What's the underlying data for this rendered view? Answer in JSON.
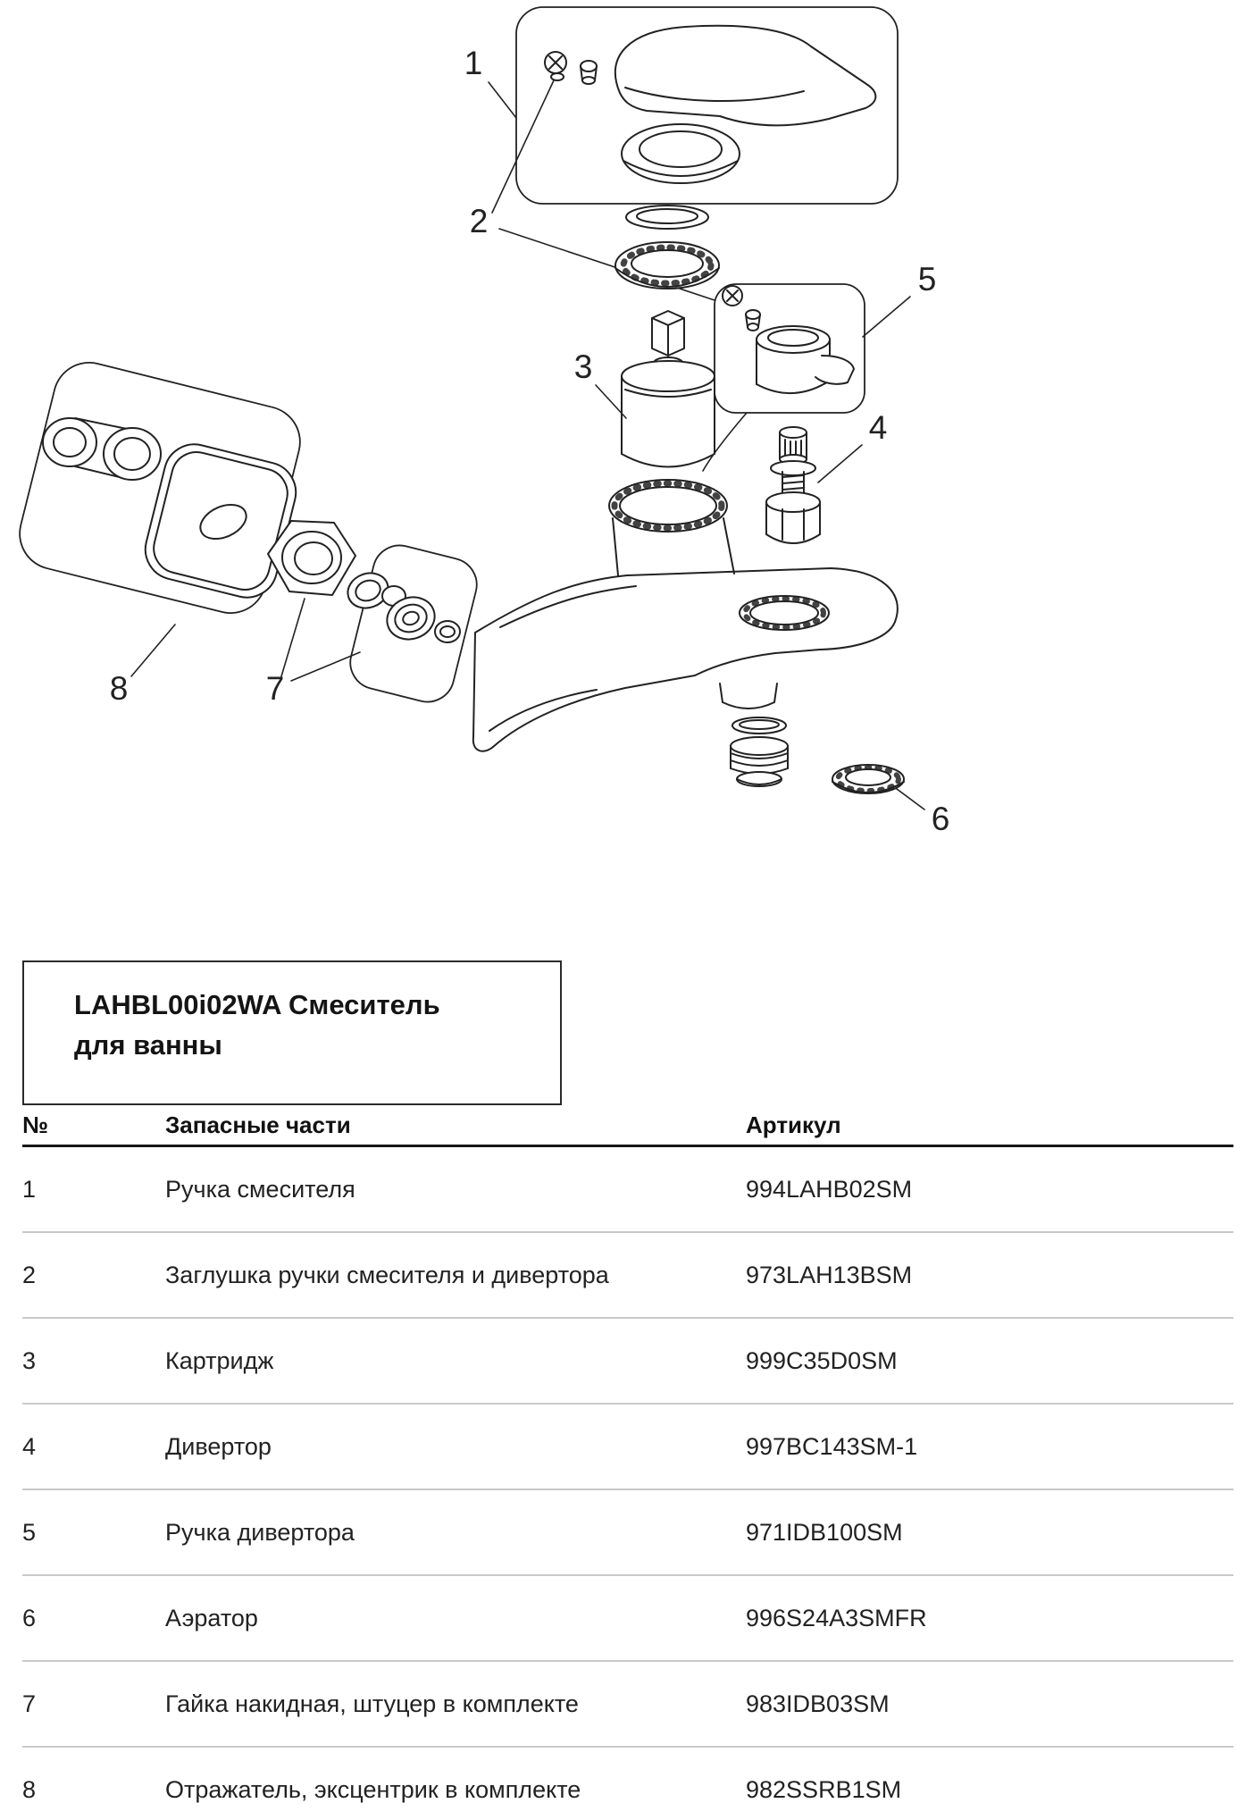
{
  "colors": {
    "line": "#222222",
    "table_header_rule": "#161616",
    "row_divider": "#c9c9c9",
    "text": "#1c1c1c"
  },
  "diagram": {
    "description_icons": [
      "handle-screw-icon",
      "handle-plug-icon",
      "mixer-handle-icon",
      "cartridge-icon",
      "diverter-icon",
      "diverter-handle-icon",
      "aerator-icon",
      "union-nut-icon",
      "escutcheon-icon"
    ],
    "callouts": [
      {
        "label": "1"
      },
      {
        "label": "2"
      },
      {
        "label": "3"
      },
      {
        "label": "4"
      },
      {
        "label": "5"
      },
      {
        "label": "6"
      },
      {
        "label": "7"
      },
      {
        "label": "8"
      }
    ]
  },
  "product": {
    "title_lines": [
      "LAHBL00i02WA Смеситель",
      "для ванны"
    ]
  },
  "table": {
    "headers": {
      "num": "№",
      "part": "Запасные части",
      "article": "Артикул"
    },
    "rows": [
      {
        "num": "1",
        "part": "Ручка смесителя",
        "article": "994LAHB02SM"
      },
      {
        "num": "2",
        "part": "Заглушка ручки смесителя и дивертора",
        "article": "973LAH13BSM"
      },
      {
        "num": "3",
        "part": "Картридж",
        "article": "999C35D0SM"
      },
      {
        "num": "4",
        "part": "Дивертор",
        "article": "997BC143SM-1"
      },
      {
        "num": "5",
        "part": "Ручка дивертора",
        "article": "971IDB100SM"
      },
      {
        "num": "6",
        "part": "Аэратор",
        "article": "996S24A3SMFR"
      },
      {
        "num": "7",
        "part": "Гайка накидная, штуцер в комплекте",
        "article": "983IDB03SM"
      },
      {
        "num": "8",
        "part": "Отражатель, эксцентрик в комплекте",
        "article": "982SSRB1SM"
      }
    ]
  }
}
